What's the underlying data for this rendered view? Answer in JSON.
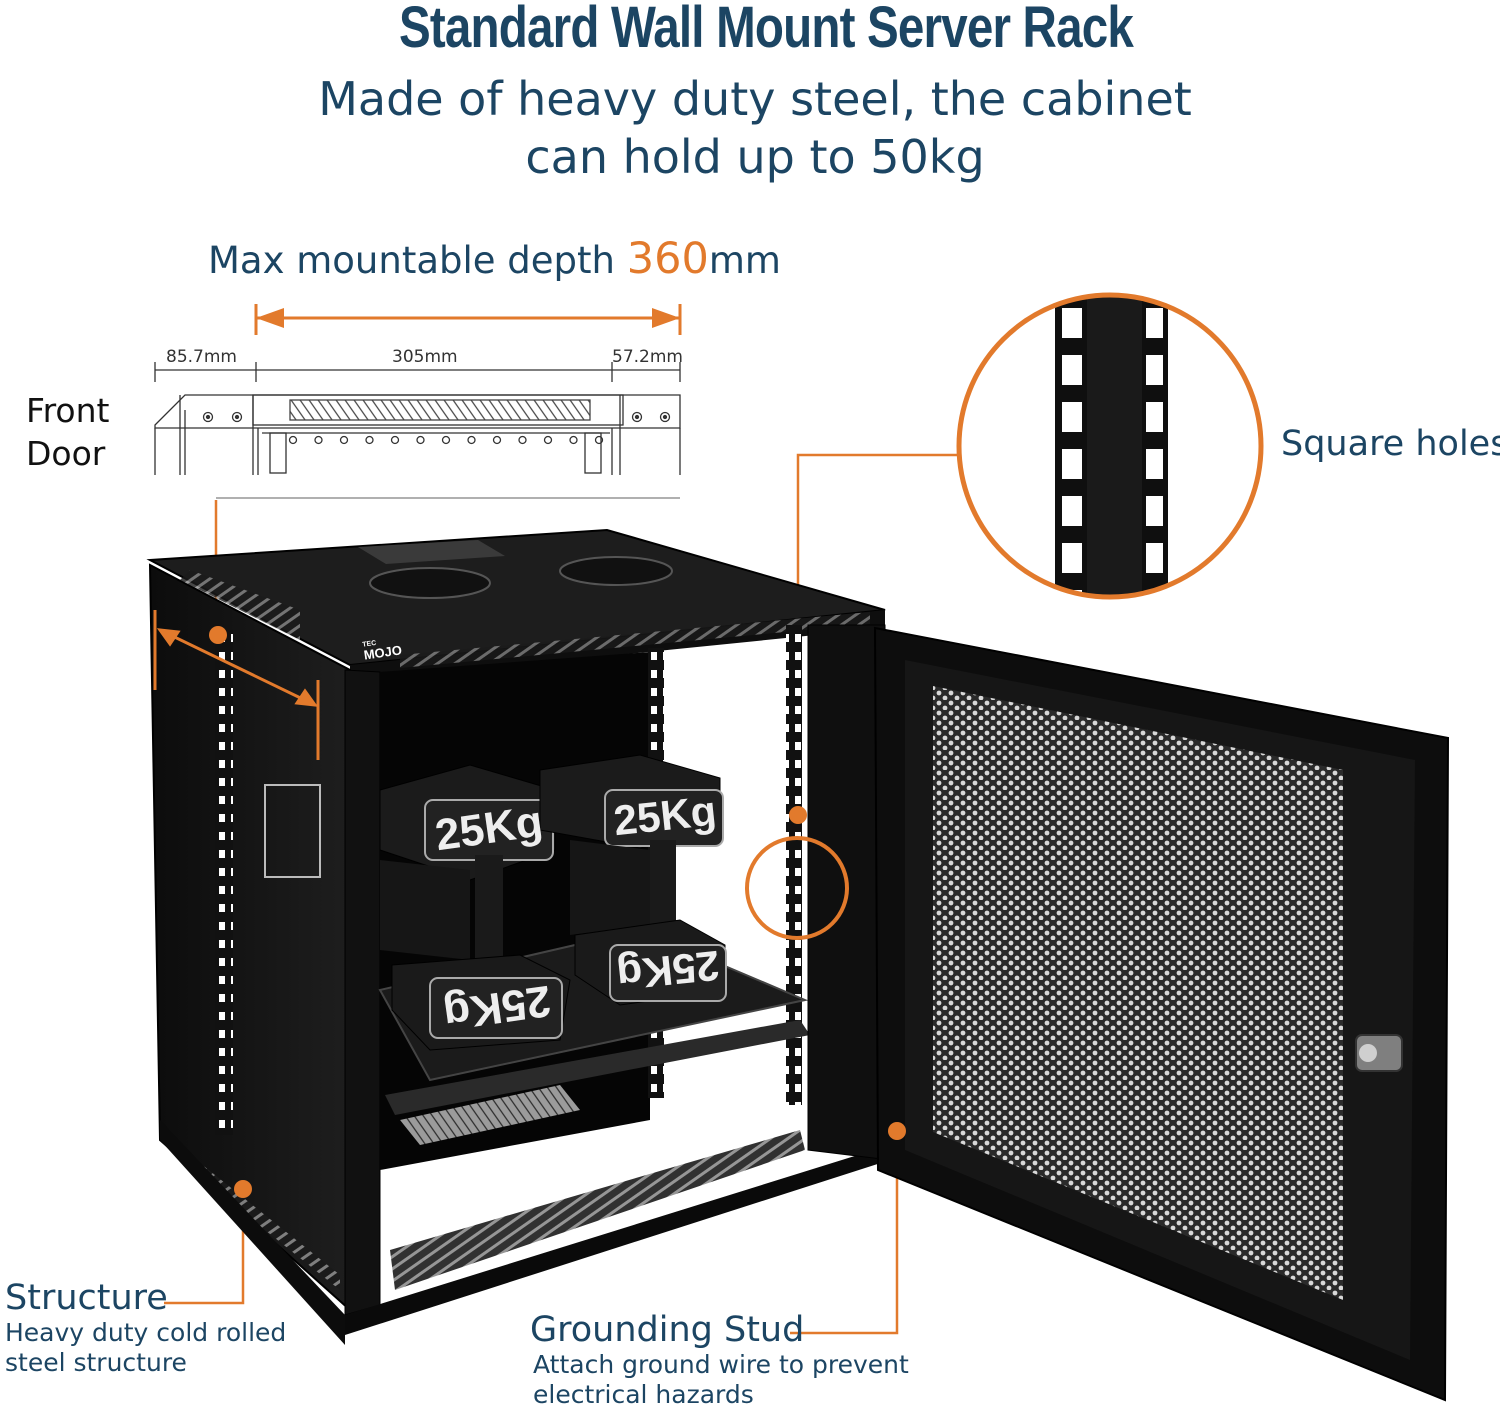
{
  "heading": {
    "title": "Standard Wall Mount Server Rack",
    "subtitle_line1": "Made of heavy duty steel, the cabinet",
    "subtitle_line2": "can hold up to 50kg"
  },
  "depth": {
    "prefix": "Max mountable depth ",
    "value": "360",
    "unit": "mm"
  },
  "dimensions": {
    "left": "85.7mm",
    "middle": "305mm",
    "right": "57.2mm"
  },
  "front_door": {
    "line1": "Front",
    "line2": "Door"
  },
  "weights": {
    "label": "25Kg"
  },
  "brand": {
    "small": "TEC",
    "name": "MOJO"
  },
  "callouts": {
    "square_holes": "Square holes",
    "structure_title": "Structure",
    "structure_desc_line1": "Heavy duty cold rolled",
    "structure_desc_line2": "steel structure",
    "grounding_title": "Grounding Stud",
    "grounding_desc_line1": "Attach ground wire to prevent",
    "grounding_desc_line2": "electrical hazards"
  },
  "colors": {
    "heading": "#1c4563",
    "accent": "#e27a2c",
    "cabinet": "#141414"
  }
}
